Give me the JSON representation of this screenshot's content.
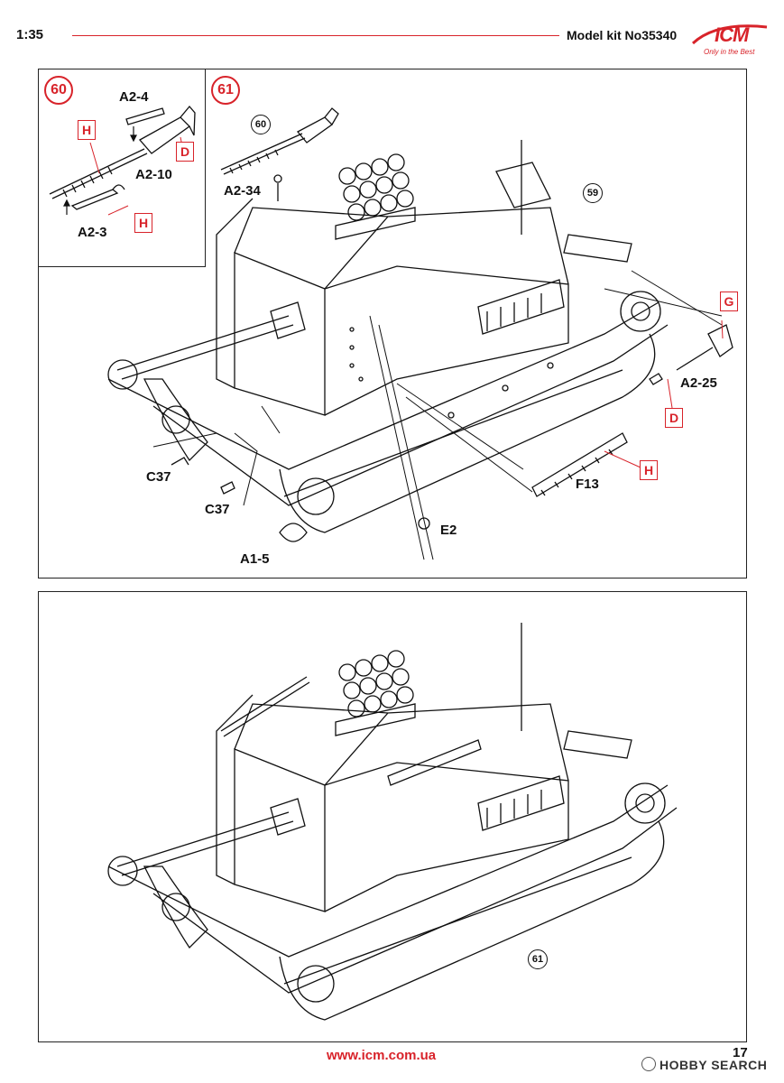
{
  "header": {
    "scale": "1:35",
    "kit": "Model kit No35340",
    "logo": "ICM",
    "logo_tagline": "Only in the Best"
  },
  "steps": {
    "step60": {
      "number": "60",
      "labels": [
        "A2-4",
        "A2-10",
        "A2-3"
      ],
      "color_codes": [
        "H",
        "D",
        "H"
      ]
    },
    "step61": {
      "number": "61",
      "ref_circle_gun": "60",
      "ref_circle_59": "59",
      "labels": [
        "A2-34",
        "A2-25",
        "F13",
        "C37",
        "C37",
        "E2",
        "A1-5"
      ],
      "color_codes": [
        "G",
        "D",
        "H"
      ]
    },
    "result": {
      "ref_circle": "61"
    }
  },
  "footer": {
    "url": "www.icm.com.ua",
    "page": "17",
    "watermark": "HOBBY SEARCH"
  },
  "colors": {
    "accent": "#d8232a",
    "line": "#222222"
  }
}
